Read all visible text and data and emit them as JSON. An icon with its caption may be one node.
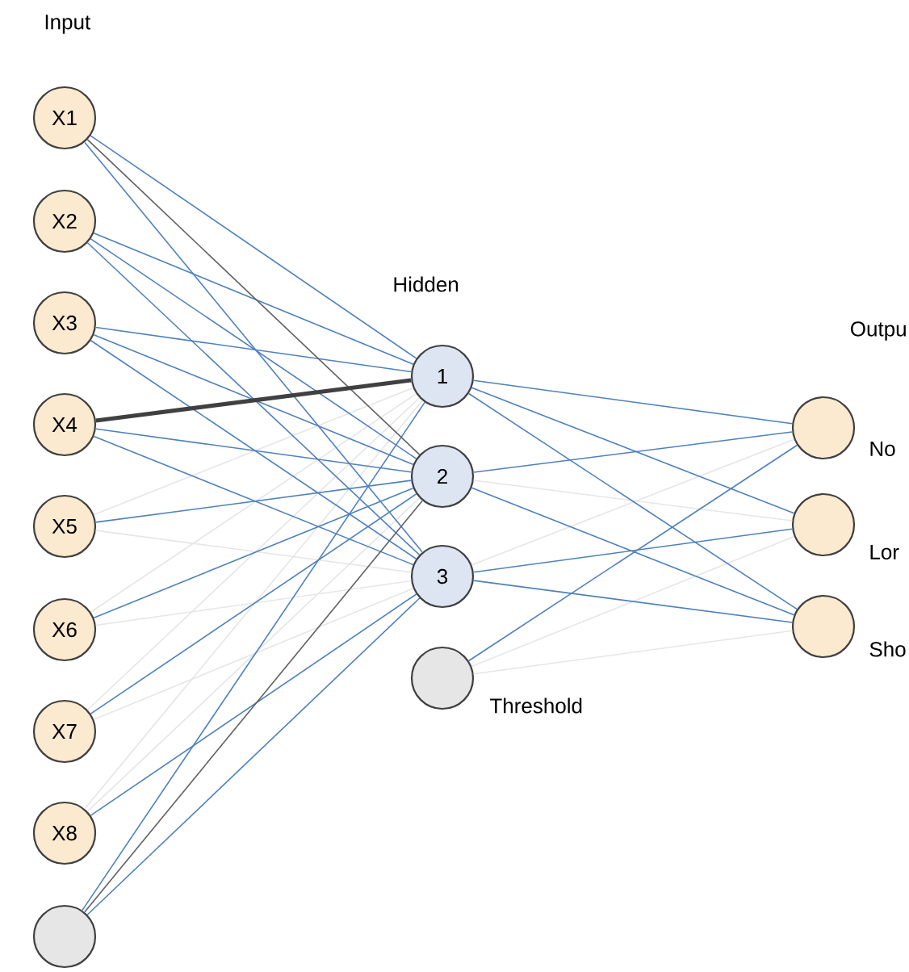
{
  "diagram": {
    "nodes": [
      {
        "text": [
          "X1"
        ]
      },
      {
        "text": [
          "X2"
        ]
      },
      {
        "text": [
          "X3"
        ]
      },
      {
        "text": [
          "X4"
        ]
      },
      {
        "text": [
          "X5"
        ]
      },
      {
        "text": [
          "X6"
        ]
      },
      {
        "text": [
          "X7"
        ]
      },
      {
        "text": [
          "X8"
        ]
      },
      {
        "text": [],
        "shape": "circle"
      },
      {
        "text": [
          "1"
        ]
      },
      {
        "text": [
          "2"
        ]
      },
      {
        "text": [
          "3"
        ]
      },
      {
        "text": [],
        "shape": "circle",
        "beside": [
          "Threshold"
        ]
      },
      {
        "text": [],
        "shape": "circle",
        "beside": [
          "No"
        ]
      },
      {
        "text": [],
        "shape": "circle",
        "beside": [
          "Lor"
        ]
      },
      {
        "text": [],
        "shape": "circle",
        "beside": [
          "Sho"
        ]
      }
    ],
    "edges": [
      {
        "from": 0,
        "to": 9,
        "arrow": "none"
      },
      {
        "from": 0,
        "to": 10,
        "arrow": "none",
        "color": "#606060"
      },
      {
        "from": 0,
        "to": 11,
        "arrow": "none"
      },
      {
        "from": 1,
        "to": 9,
        "arrow": "none"
      },
      {
        "from": 1,
        "to": 10,
        "arrow": "none"
      },
      {
        "from": 1,
        "to": 11,
        "arrow": "none"
      },
      {
        "from": 2,
        "to": 9,
        "arrow": "none"
      },
      {
        "from": 2,
        "to": 10,
        "arrow": "none"
      },
      {
        "from": 2,
        "to": 11,
        "arrow": "none"
      },
      {
        "from": 3,
        "to": 9,
        "arrow": "none",
        "style": "thick",
        "color": "#404040"
      },
      {
        "from": 3,
        "to": 10,
        "arrow": "none"
      },
      {
        "from": 3,
        "to": 11,
        "arrow": "none"
      },
      {
        "from": 4,
        "to": 9,
        "arrow": "none",
        "color": "#e6e6e6"
      },
      {
        "from": 4,
        "to": 10,
        "arrow": "none"
      },
      {
        "from": 4,
        "to": 11,
        "arrow": "none",
        "color": "#e6e6e6"
      },
      {
        "from": 5,
        "to": 9,
        "arrow": "none",
        "color": "#e6e6e6"
      },
      {
        "from": 5,
        "to": 10,
        "arrow": "none"
      },
      {
        "from": 5,
        "to": 11,
        "arrow": "none",
        "color": "#e6e6e6"
      },
      {
        "from": 6,
        "to": 9,
        "arrow": "none",
        "color": "#e6e6e6"
      },
      {
        "from": 6,
        "to": 10,
        "arrow": "none"
      },
      {
        "from": 6,
        "to": 11,
        "arrow": "none",
        "color": "#e6e6e6"
      },
      {
        "from": 7,
        "to": 9,
        "arrow": "none",
        "color": "#e6e6e6"
      },
      {
        "from": 7,
        "to": 10,
        "arrow": "none",
        "color": "#e6e6e6"
      },
      {
        "from": 7,
        "to": 11,
        "arrow": "none"
      },
      {
        "from": 8,
        "to": 9,
        "arrow": "none"
      },
      {
        "from": 8,
        "to": 10,
        "arrow": "none",
        "color": "#606060"
      },
      {
        "from": 8,
        "to": 11,
        "arrow": "none"
      },
      {
        "from": 9,
        "to": 13,
        "arrow": "none"
      },
      {
        "from": 9,
        "to": 14,
        "arrow": "none"
      },
      {
        "from": 9,
        "to": 15,
        "arrow": "none"
      },
      {
        "from": 10,
        "to": 13,
        "arrow": "none"
      },
      {
        "from": 10,
        "to": 14,
        "arrow": "none",
        "color": "#e6e6e6"
      },
      {
        "from": 10,
        "to": 15,
        "arrow": "none"
      },
      {
        "from": 11,
        "to": 13,
        "arrow": "none",
        "color": "#e6e6e6"
      },
      {
        "from": 11,
        "to": 14,
        "arrow": "none"
      },
      {
        "from": 11,
        "to": 15,
        "arrow": "none"
      },
      {
        "from": 12,
        "to": 13,
        "arrow": "none"
      },
      {
        "from": 12,
        "to": 14,
        "arrow": "none",
        "color": "#e6e6e6"
      },
      {
        "from": 12,
        "to": 15,
        "arrow": "none",
        "color": "#e6e6e6"
      }
    ],
    "labels": [
      "Input",
      "Hidden",
      "Outpu"
    ]
  }
}
